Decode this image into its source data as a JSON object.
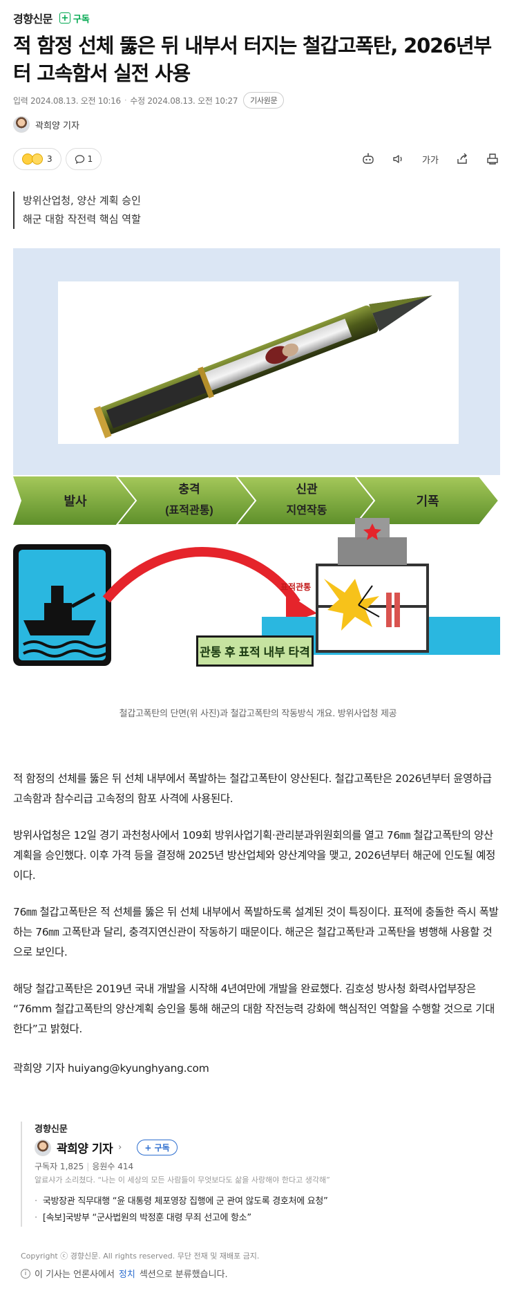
{
  "press": {
    "name": "경향신문",
    "subscribe_label": "구독"
  },
  "headline": "적 함정 선체 뚫은 뒤 내부서 터지는 철갑고폭탄, 2026년부터 고속함서 실전 사용",
  "meta": {
    "input_label": "입력",
    "input_time": "2024.08.13. 오전 10:16",
    "modified_label": "수정",
    "modified_time": "2024.08.13. 오전 10:27",
    "original_link": "기사원문"
  },
  "reporter": {
    "name": "곽희양 기자"
  },
  "actions": {
    "reaction_count": "3",
    "comment_count": "1",
    "font_size_label": "가가",
    "tools": [
      "robot-icon",
      "speaker-icon",
      "font-size-icon",
      "share-icon",
      "print-icon"
    ]
  },
  "summary": [
    "방위산업청, 양산 계획 승인",
    "해군 대함 작전력 핵심 역할"
  ],
  "figure": {
    "stages": [
      "발사",
      "충격",
      "(표적관통)",
      "신관",
      "지연작동",
      "기폭"
    ],
    "impact_label": "표적관통",
    "banner": "관통 후 표적 내부 타격",
    "caption": "철갑고폭탄의 단면(위 사진)과 철갑고폭탄의 작동방식 개요. 방위사업청 제공"
  },
  "body": [
    "적 함정의 선체를 뚫은 뒤 선체 내부에서 폭발하는 철갑고폭탄이 양산된다. 철갑고폭탄은 2026년부터 윤영하급 고속함과 참수리급 고속정의 함포 사격에 사용된다.",
    "방위사업청은 12일 경기 과천청사에서 109회 방위사업기획·관리분과위원회의를 열고 76㎜ 철갑고폭탄의 양산계획을 승인했다. 이후 가격 등을 결정해 2025년 방산업체와 양산계약을 맺고, 2026년부터 해군에 인도될 예정이다.",
    "76㎜ 철갑고폭탄은 적 선체를 뚫은 뒤 선체 내부에서 폭발하도록 설계된 것이 특징이다. 표적에 충돌한 즉시 폭발하는 76㎜ 고폭탄과 달리, 충격지연신관이 작동하기 때문이다. 해군은 철갑고폭탄과 고폭탄을 병행해 사용할 것으로 보인다.",
    "해당 철갑고폭탄은 2019년 국내 개발을 시작해 4년여만에 개발을 완료했다. 김호성 방사청 화력사업부장은 “76mm 철갑고폭탄의 양산계획 승인을 통해 해군의 대함 작전능력 강화에 핵심적인 역할을 수행할 것으로 기대한다”고 밝혔다."
  ],
  "byline": "곽희양 기자 huiyang@kyunghyang.com",
  "reporter_card": {
    "press": "경향신문",
    "name": "곽희양 기자",
    "subscribe_label": "구독",
    "subscribers": "구독자 1,825",
    "supporters": "응원수 414",
    "quote": "알료샤가 소리쳤다. “나는 이 세상의 모든 사람들이 무엇보다도 삶을 사랑해야 한다고 생각해”",
    "articles": [
      "국방장관 직무대행 “윤 대통령 체포영장 집행에 군 관여 않도록 경호처에 요청”",
      "[속보]국방부 “군사법원의 박정훈 대령 무죄 선고에 항소”"
    ]
  },
  "footer": {
    "copyright": "Copyright ⓒ 경향신문. All rights reserved. 무단 전재 및 재배포 금지.",
    "classify_pre": "이 기사는 언론사에서",
    "classify_section": "정치",
    "classify_post": "섹션으로 분류했습니다."
  }
}
